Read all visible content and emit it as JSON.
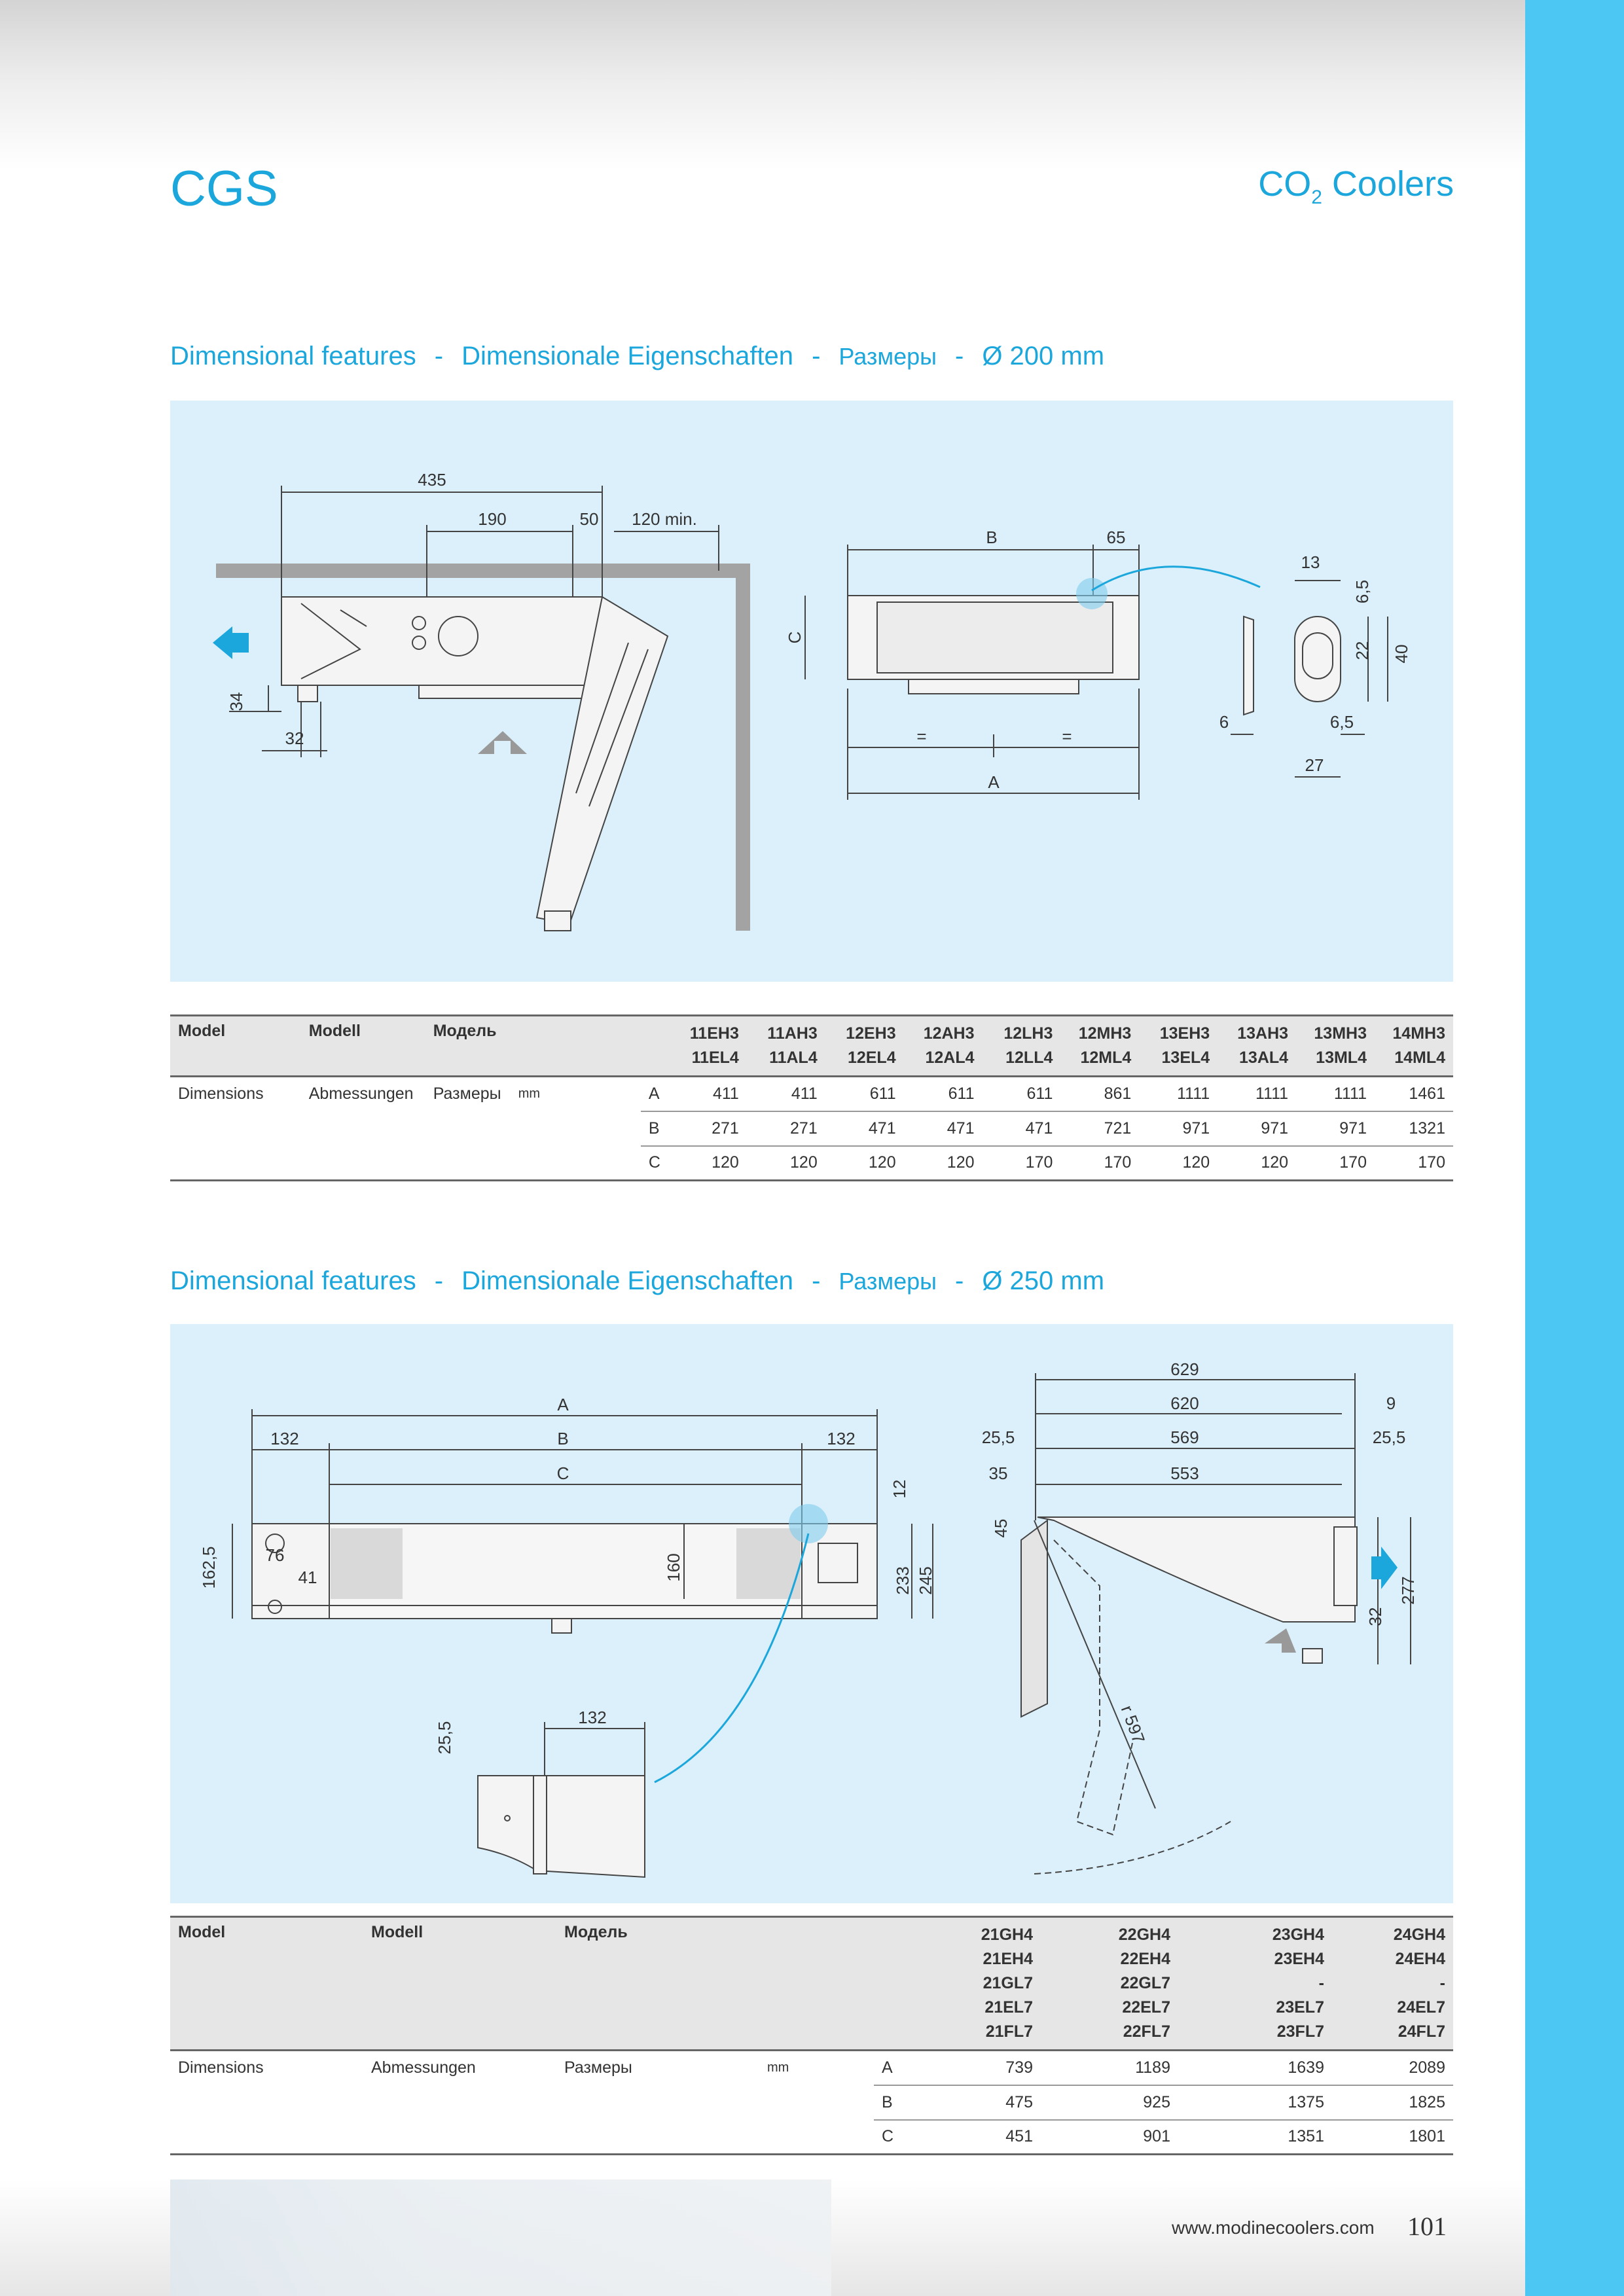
{
  "header": {
    "brand": "CGS",
    "category": "CO",
    "category_sub": "2",
    "category_suffix": " Coolers"
  },
  "section1": {
    "title": {
      "en": "Dimensional features",
      "de": "Dimensionale Eigenschaften",
      "ru": "Размеры",
      "size": "Ø 200 mm",
      "sep": "-"
    },
    "drawing_labels": [
      "435",
      "190",
      "50",
      "120 min.",
      "34",
      "32",
      "B",
      "65",
      "C",
      "=",
      "=",
      "A",
      "13",
      "6,5",
      "22",
      "40",
      "6",
      "6,5",
      "27"
    ],
    "table": {
      "head": {
        "model": "Model",
        "modell": "Modell",
        "model_ru": "Модель"
      },
      "models_line1": [
        "11EH3",
        "11AH3",
        "12EH3",
        "12AH3",
        "12LH3",
        "12MH3",
        "13EH3",
        "13AH3",
        "13MH3",
        "14MH3"
      ],
      "models_line2": [
        "11EL4",
        "11AL4",
        "12EL4",
        "12AL4",
        "12LL4",
        "12ML4",
        "13EL4",
        "13AL4",
        "13ML4",
        "14ML4"
      ],
      "row_label": {
        "en": "Dimensions",
        "de": "Abmessungen",
        "ru": "Размеры",
        "unit": "mm"
      },
      "rows": [
        {
          "key": "A",
          "values": [
            "411",
            "411",
            "611",
            "611",
            "611",
            "861",
            "1111",
            "1111",
            "1111",
            "1461"
          ]
        },
        {
          "key": "B",
          "values": [
            "271",
            "271",
            "471",
            "471",
            "471",
            "721",
            "971",
            "971",
            "971",
            "1321"
          ]
        },
        {
          "key": "C",
          "values": [
            "120",
            "120",
            "120",
            "120",
            "170",
            "170",
            "120",
            "120",
            "170",
            "170"
          ]
        }
      ]
    }
  },
  "section2": {
    "title": {
      "en": "Dimensional features",
      "de": "Dimensionale Eigenschaften",
      "ru": "Размеры",
      "size": "Ø 250 mm",
      "sep": "-"
    },
    "drawing_labels": [
      "A",
      "132",
      "B",
      "132",
      "C",
      "12",
      "162,5",
      "76",
      "41",
      "160",
      "233",
      "245",
      "25,5",
      "132",
      "629",
      "620",
      "9",
      "25,5",
      "569",
      "25,5",
      "35",
      "553",
      "45",
      "32",
      "277",
      "r 597"
    ],
    "table": {
      "head": {
        "model": "Model",
        "modell": "Modell",
        "model_ru": "Модель"
      },
      "model_columns": [
        [
          "21GH4",
          "21EH4",
          "21GL7",
          "21EL7",
          "21FL7"
        ],
        [
          "22GH4",
          "22EH4",
          "22GL7",
          "22EL7",
          "22FL7"
        ],
        [
          "23GH4",
          "23EH4",
          "-",
          "23EL7",
          "23FL7"
        ],
        [
          "24GH4",
          "24EH4",
          "-",
          "24EL7",
          "24FL7"
        ]
      ],
      "row_label": {
        "en": "Dimensions",
        "de": "Abmessungen",
        "ru": "Размеры",
        "unit": "mm"
      },
      "rows": [
        {
          "key": "A",
          "values": [
            "739",
            "1189",
            "1639",
            "2089"
          ]
        },
        {
          "key": "B",
          "values": [
            "475",
            "925",
            "1375",
            "1825"
          ]
        },
        {
          "key": "C",
          "values": [
            "451",
            "901",
            "1351",
            "1801"
          ]
        }
      ]
    }
  },
  "footer": {
    "url": "www.modinecoolers.com",
    "page": "101"
  },
  "colors": {
    "accent": "#1ba6dc",
    "side_band": "#4cc6f2",
    "panel": "#dbf0fa"
  }
}
